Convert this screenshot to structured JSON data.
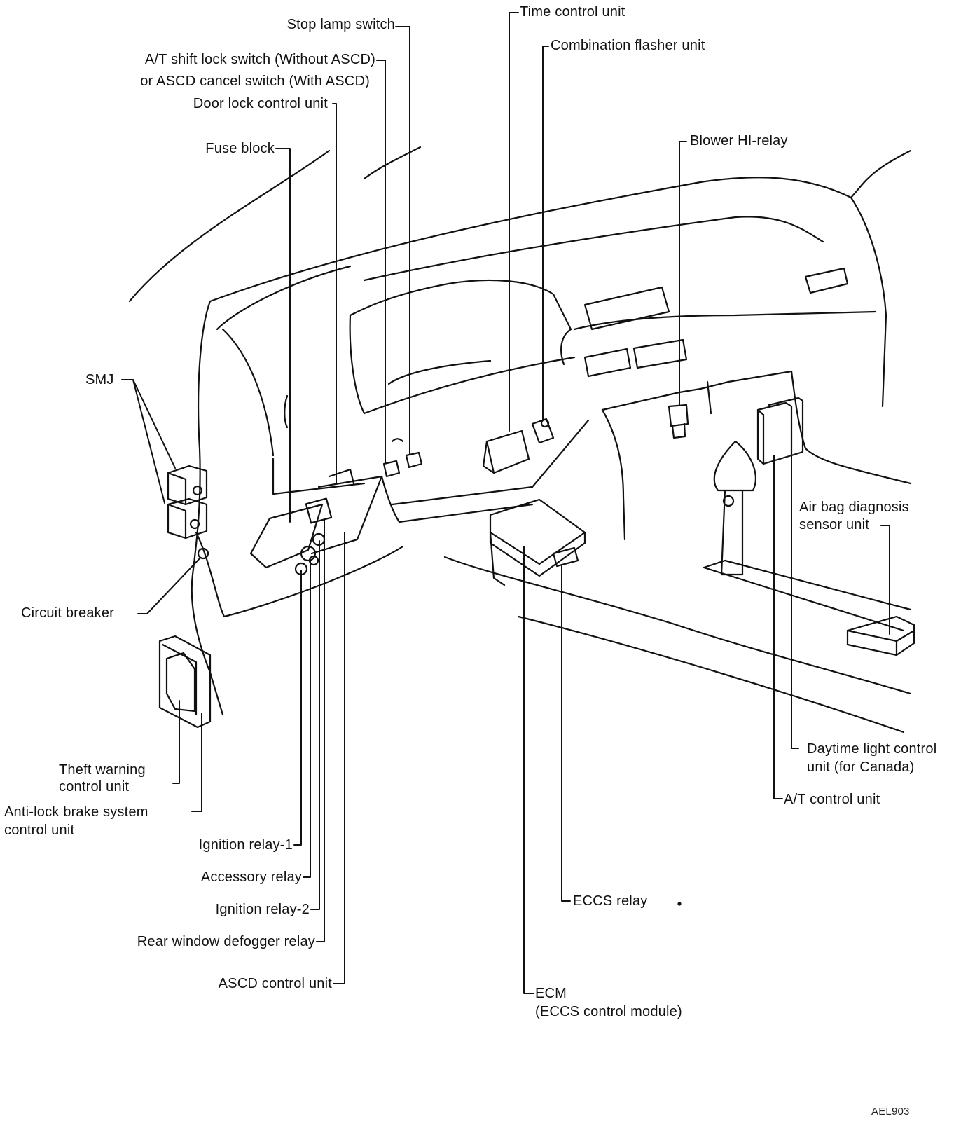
{
  "colors": {
    "ink": "#111111",
    "background": "#ffffff"
  },
  "labels": {
    "stop_lamp_switch": "Stop lamp switch",
    "at_shift_lock_switch": "A/T shift lock switch (Without ASCD)",
    "ascd_cancel_switch": "or ASCD cancel switch (With ASCD)",
    "door_lock_control_unit": "Door lock control unit",
    "fuse_block": "Fuse block",
    "time_control_unit": "Time control unit",
    "combination_flasher_unit": "Combination flasher unit",
    "blower_hi_relay": "Blower HI-relay",
    "smj": "SMJ",
    "air_bag_diagnosis_line1": "Air bag diagnosis",
    "air_bag_diagnosis_line2": "sensor unit",
    "circuit_breaker": "Circuit breaker",
    "theft_warning_line1": "Theft warning",
    "theft_warning_line2": "control unit",
    "abs_line1": "Anti-lock brake system",
    "abs_line2": "control unit",
    "daytime_light_line1": "Daytime light control",
    "daytime_light_line2": "unit (for Canada)",
    "at_control_unit": "A/T control unit",
    "ignition_relay_1": "Ignition relay-1",
    "accessory_relay": "Accessory relay",
    "ignition_relay_2": "Ignition relay-2",
    "rear_window_defogger_relay": "Rear window defogger relay",
    "ascd_control_unit": "ASCD control unit",
    "eccs_relay": "ECCS relay",
    "ecm_line1": "ECM",
    "ecm_line2": "(ECCS control module)"
  },
  "figure_code": "AEL903"
}
